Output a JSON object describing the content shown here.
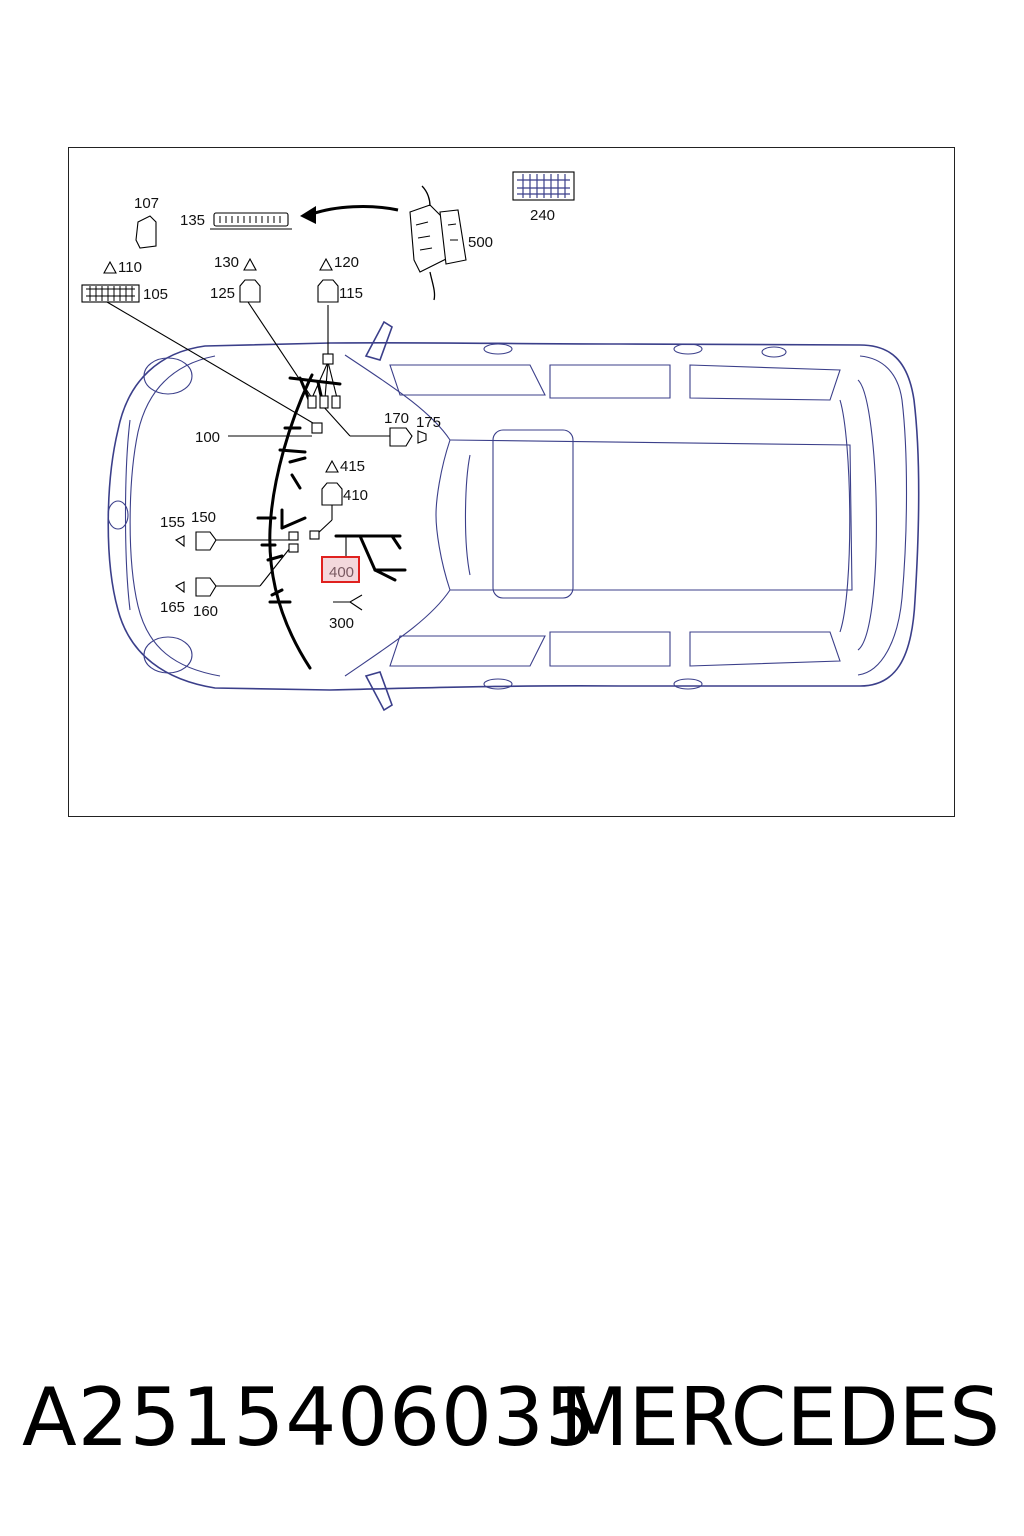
{
  "diagram": {
    "labels": {
      "c100": "100",
      "c105": "105",
      "c107": "107",
      "c110": "110",
      "c115": "115",
      "c120": "120",
      "c125": "125",
      "c130": "130",
      "c135": "135",
      "c150": "150",
      "c155": "155",
      "c160": "160",
      "c165": "165",
      "c170": "170",
      "c175": "175",
      "c240": "240",
      "c300": "300",
      "c400": "400",
      "c410": "410",
      "c415": "415",
      "c500": "500"
    },
    "highlight_color": "#e0211f",
    "line_color": "#3b3f8a"
  },
  "footer": {
    "part_number": "A2515406035",
    "brand": "MERCEDES"
  }
}
